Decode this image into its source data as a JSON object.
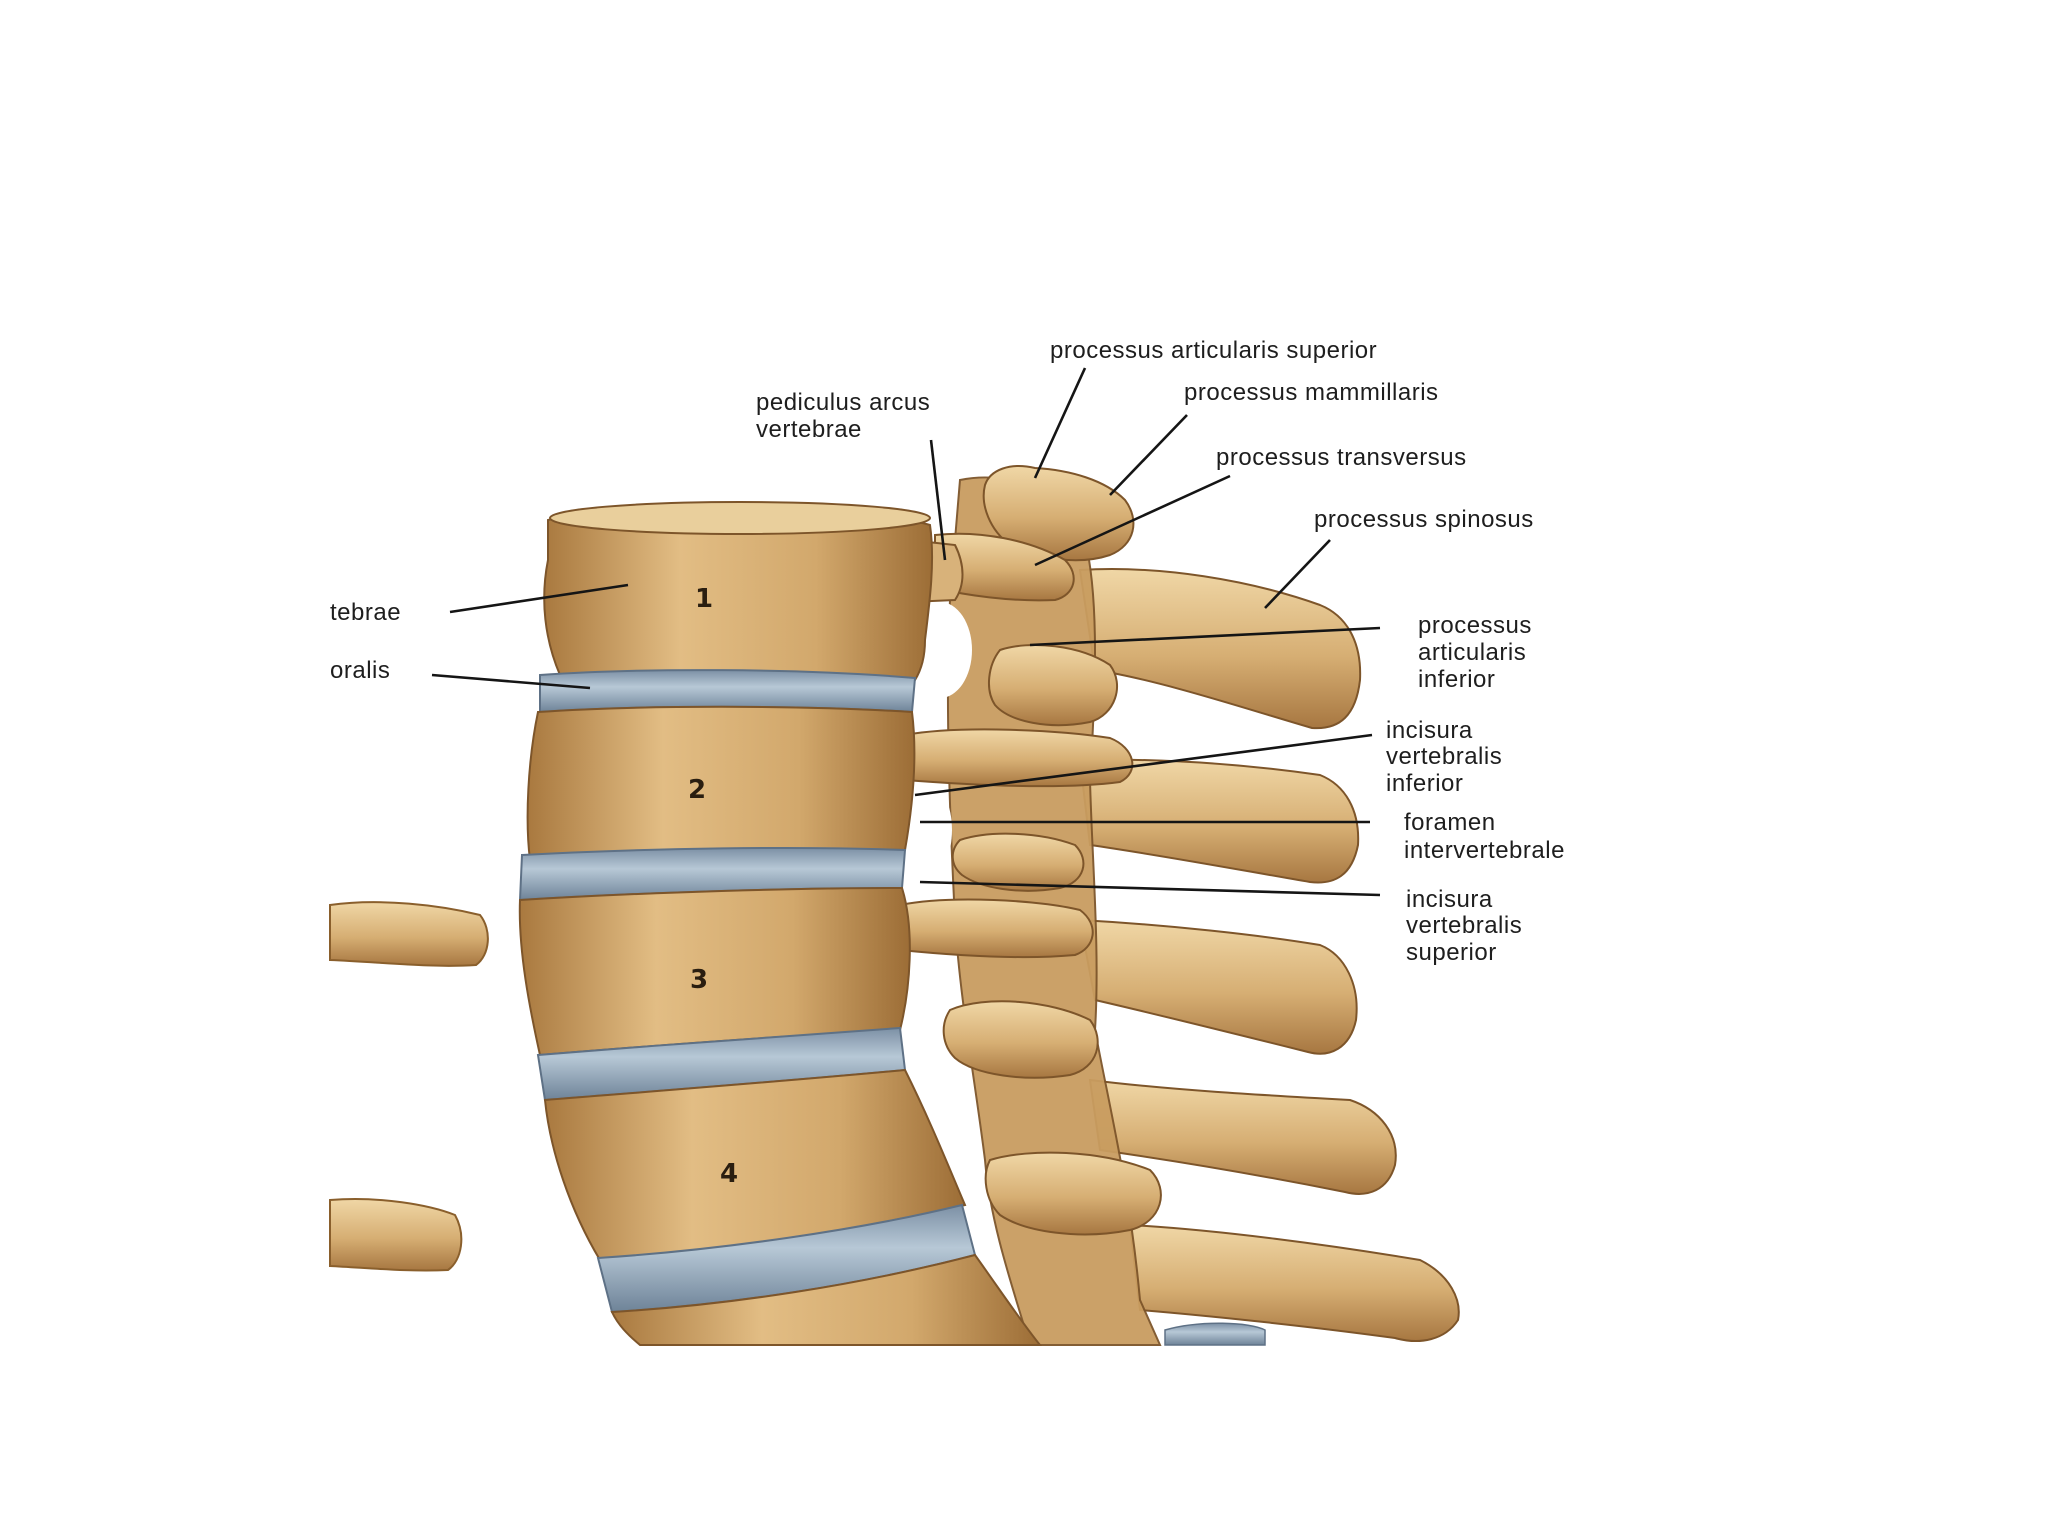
{
  "labels": {
    "processus_articularis_superior": "processus articularis superior",
    "pediculus_line1": "pediculus arcus",
    "pediculus_line2": "vertebrae",
    "processus_mammillaris": "processus mammillaris",
    "processus_transversus": "processus transversus",
    "processus_spinosus": "processus spinosus",
    "processus_articularis_inferior_line1": "processus",
    "processus_articularis_inferior_line2": "articularis",
    "processus_articularis_inferior_line3": "inferior",
    "incisura_inferior_line1": "incisura",
    "incisura_inferior_line2": "vertebralis",
    "incisura_inferior_line3": "inferior",
    "foramen_line1": "foramen",
    "foramen_line2": "intervertebrale",
    "incisura_superior_line1": "incisura",
    "incisura_superior_line2": "vertebralis",
    "incisura_superior_line3": "superior",
    "corpus_partial": "tebrae",
    "discus_partial": "oralis"
  },
  "vertebra_numbers": [
    "1",
    "2",
    "3",
    "4"
  ],
  "colors": {
    "bone": "#d9b27a",
    "bone_dark": "#a9793f",
    "bone_light": "#f1d9aa",
    "disc": "#9fb4c6",
    "disc_dark": "#6f8499",
    "background": "#ffffff",
    "label_text": "#1e1e1e"
  }
}
